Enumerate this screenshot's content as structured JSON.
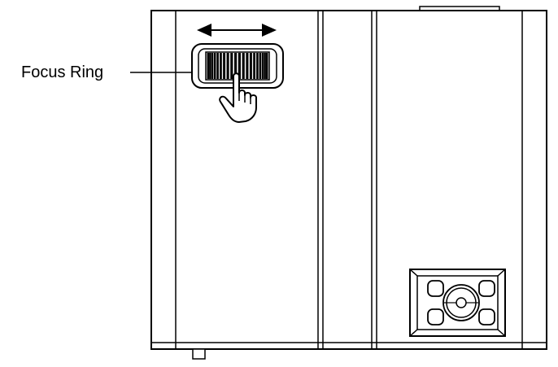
{
  "callouts": [
    {
      "label": "Focus Ring"
    }
  ],
  "colors": {
    "line": "#000000",
    "background": "#ffffff",
    "fill": "#ffffff"
  },
  "icons": [
    "double-arrow-icon",
    "pointing-hand-icon",
    "knurled-focus-ring",
    "control-keypad"
  ]
}
